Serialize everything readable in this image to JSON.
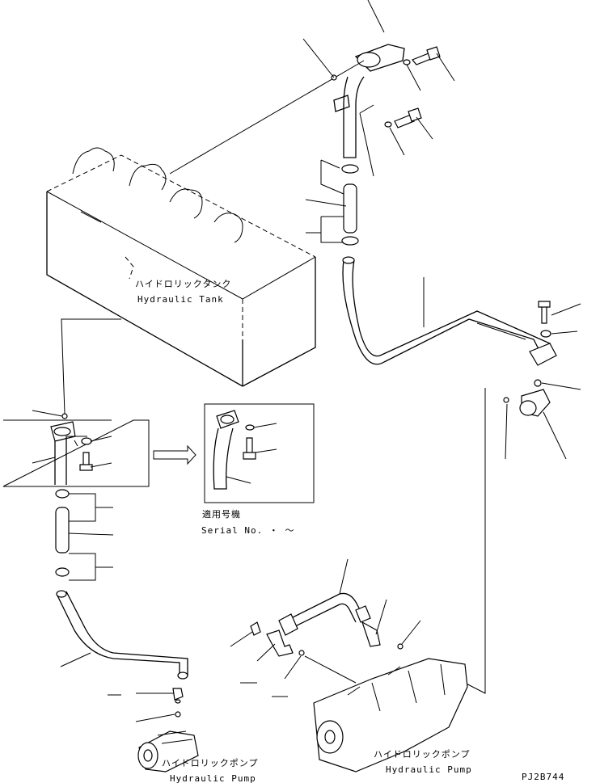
{
  "labels": {
    "tank_jp": "ハイドロリックタンク",
    "tank_en": "Hydraulic Tank",
    "serial_jp": "適用号機",
    "serial_en": "Serial No.  ・  ～",
    "pump_left_jp": "ハイドロリックポンプ",
    "pump_left_en": "Hydraulic Pump",
    "pump_right_jp": "ハイドロリックポンプ",
    "pump_right_en": "Hydraulic Pump",
    "drawing_code": "PJ2B744"
  }
}
